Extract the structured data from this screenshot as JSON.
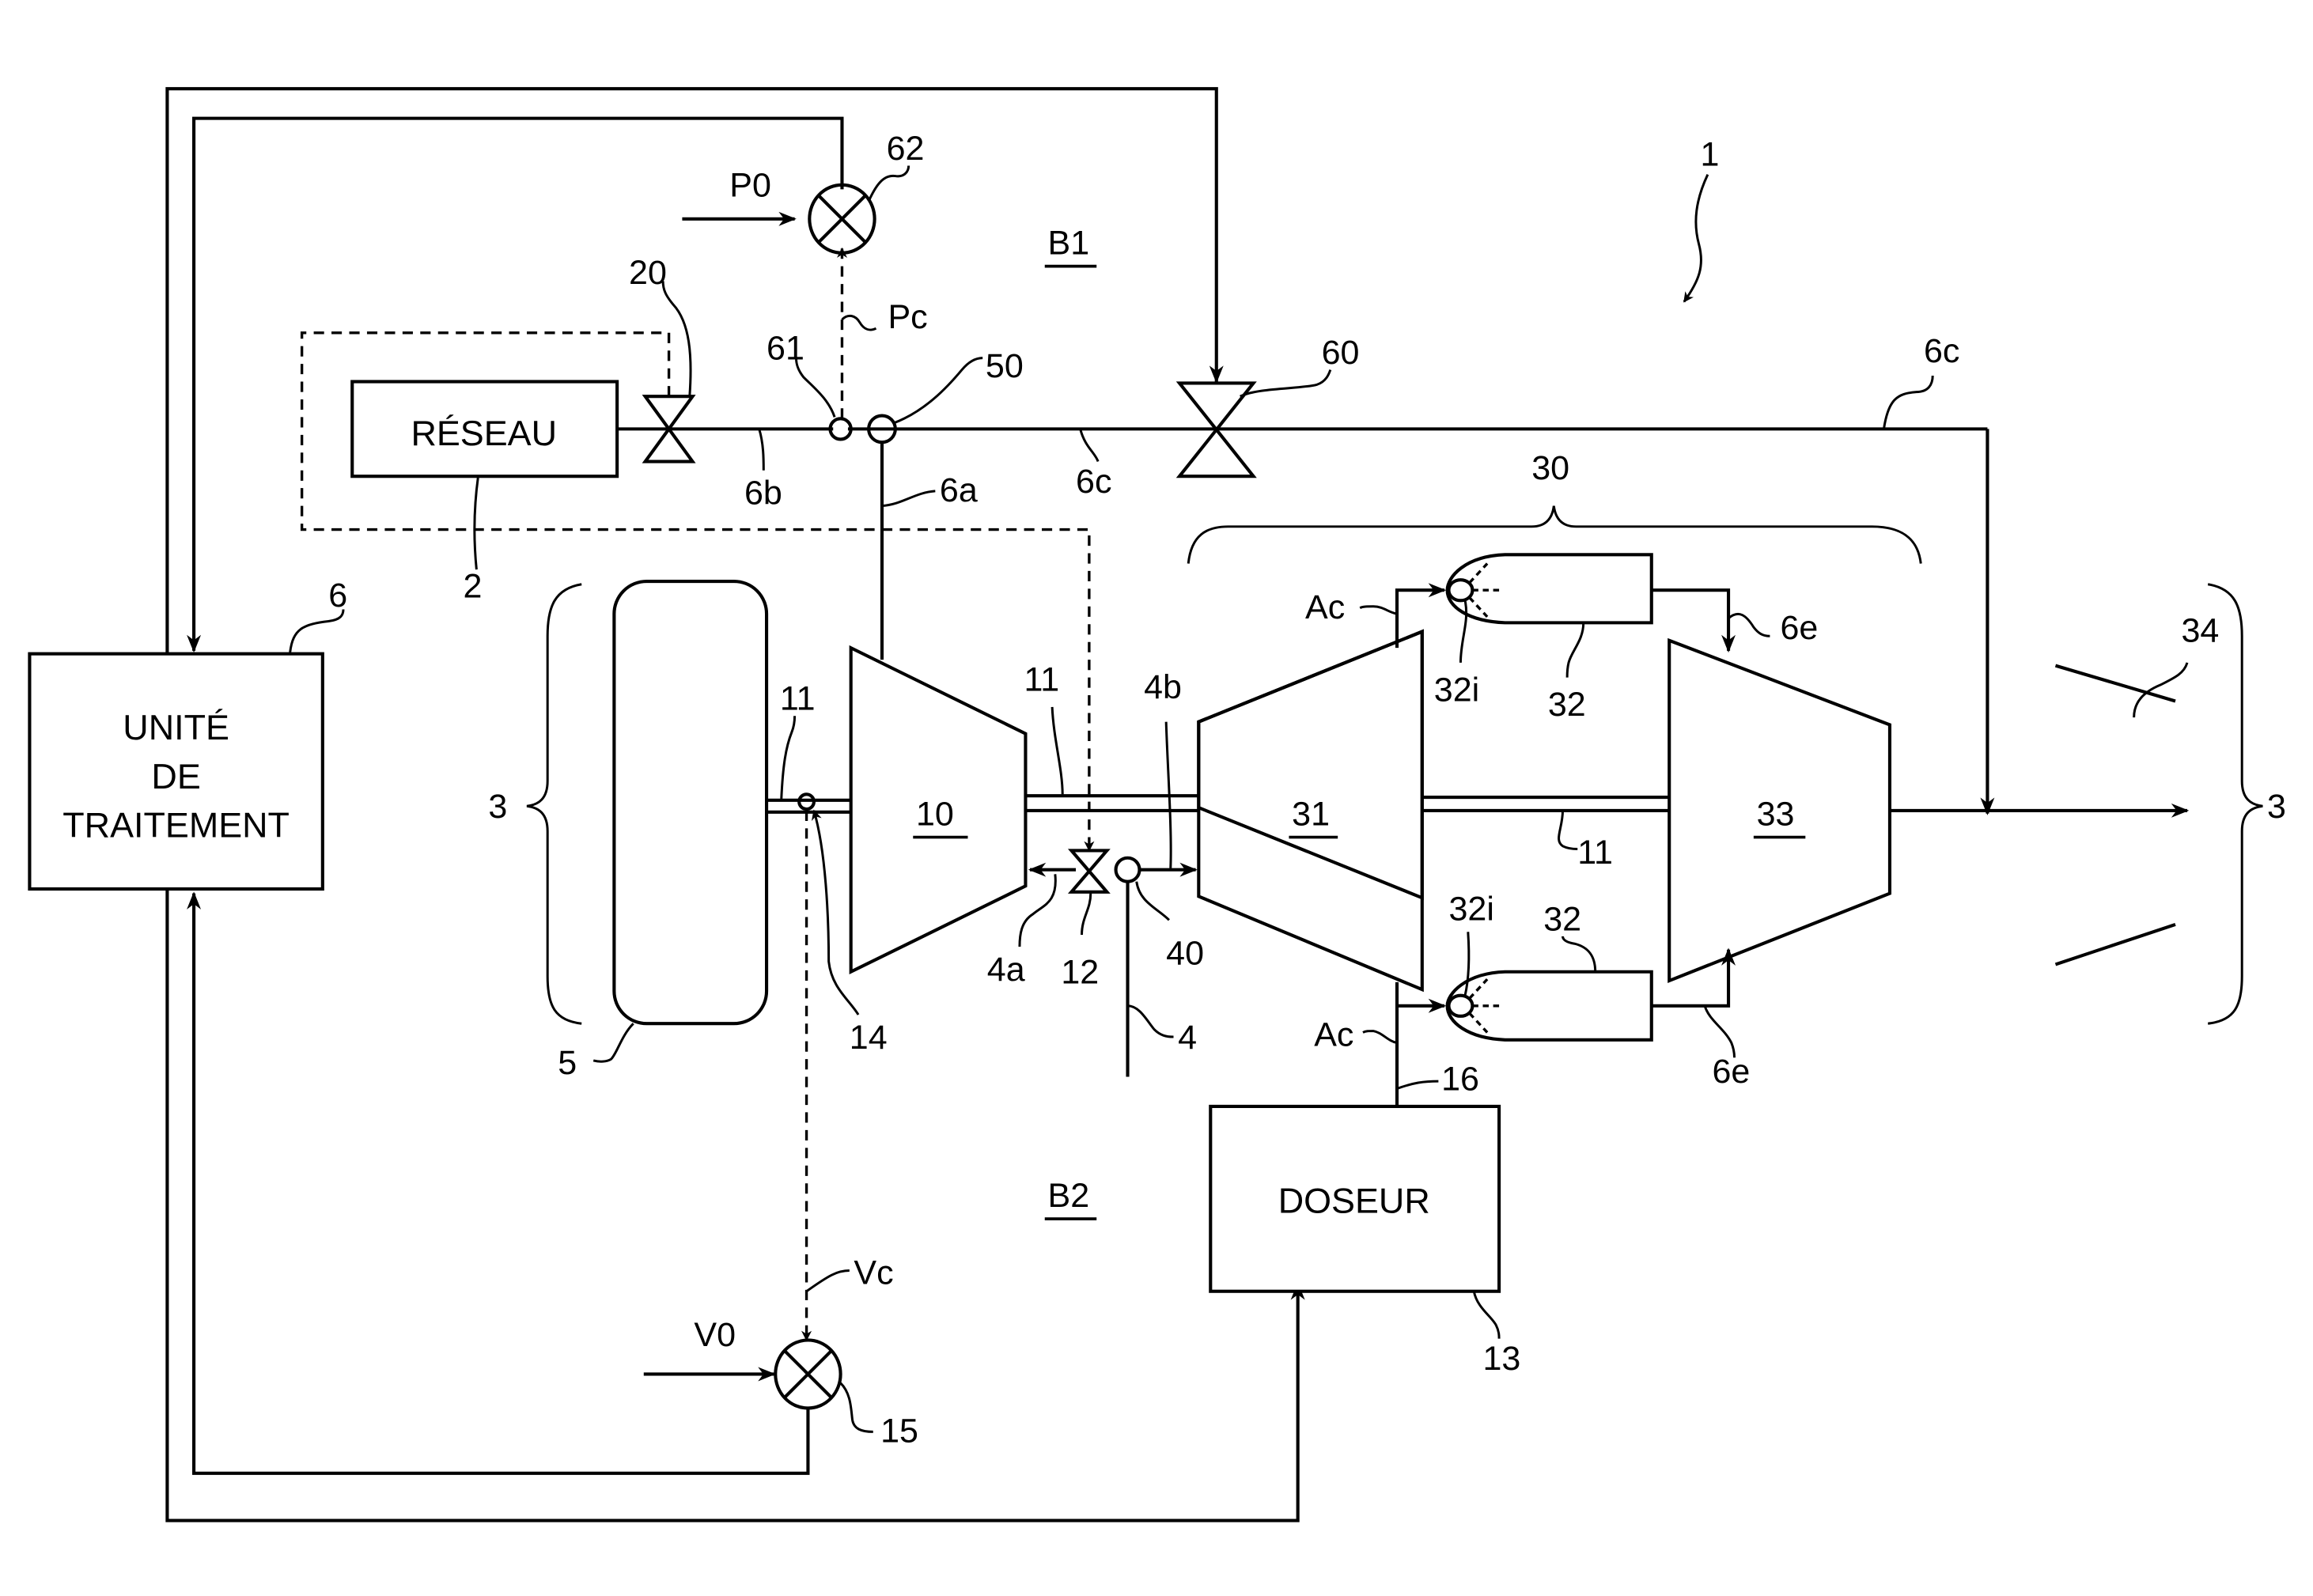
{
  "figure": {
    "system_ref": "1",
    "zones": {
      "b1": "B1",
      "b2": "B2"
    },
    "blocks": {
      "processing_unit": {
        "lines": [
          "UNITÉ",
          "DE",
          "TRAITEMENT"
        ],
        "ref": "6"
      },
      "network": {
        "label": "RÉSEAU",
        "ref": "2"
      },
      "metering_unit": {
        "label": "DOSEUR",
        "ref": "13"
      }
    },
    "components": {
      "rotor": "5",
      "compressor": "10",
      "gas_generator_compressor": "31",
      "free_turbine": "33",
      "combustion_chamber": "32",
      "injector": "32i",
      "engine_assembly": "30",
      "nozzle": "34",
      "helicopter_left": "3",
      "helicopter_right": "3",
      "shaft_left": "11",
      "shaft_mid": "11",
      "shaft_turbine": "11",
      "speed_sensor": "14",
      "bleed_valve": "12",
      "inlet_line": "4",
      "line_4a": "4a",
      "line_4b": "4b",
      "junction_40": "40",
      "network_valve": "20",
      "junction_50": "50",
      "pressure_sensor": "61",
      "control_valve": "60",
      "pressure_comparator": "62",
      "speed_comparator": "15",
      "fuel_line": "16"
    },
    "lines": {
      "6a": "6a",
      "6b": "6b",
      "6c_mid": "6c",
      "6c_right": "6c",
      "6e_top": "6e",
      "6e_bottom": "6e"
    },
    "signals": {
      "p0": "P0",
      "pc": "Pc",
      "v0": "V0",
      "vc": "Vc",
      "ac_top": "Ac",
      "ac_bottom": "Ac"
    }
  }
}
